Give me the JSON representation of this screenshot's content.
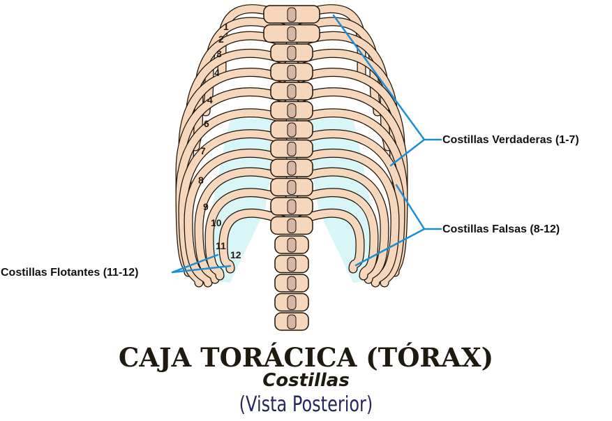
{
  "title": "CAJA TORÁCICA (TÓRAX)",
  "subtitle": "Costillas",
  "view": "(Vista Posterior)",
  "labels": {
    "verdaderas": "Costillas Verdaderas (1-7)",
    "falsas": "Costillas Falsas (8-12)",
    "flotantes": "Costillas Flotantes (11-12)"
  },
  "rib_numbers": [
    "1",
    "2",
    "3",
    "4",
    "4",
    "6",
    "7",
    "8",
    "9",
    "10",
    "11",
    "12"
  ],
  "colors": {
    "bone": "#f6d7bc",
    "bone_shade": "#d8b6a6",
    "membrane": "#d8f6f8",
    "outline": "#1a1208",
    "leader": "#1a8fd8",
    "view_text": "#262660"
  }
}
